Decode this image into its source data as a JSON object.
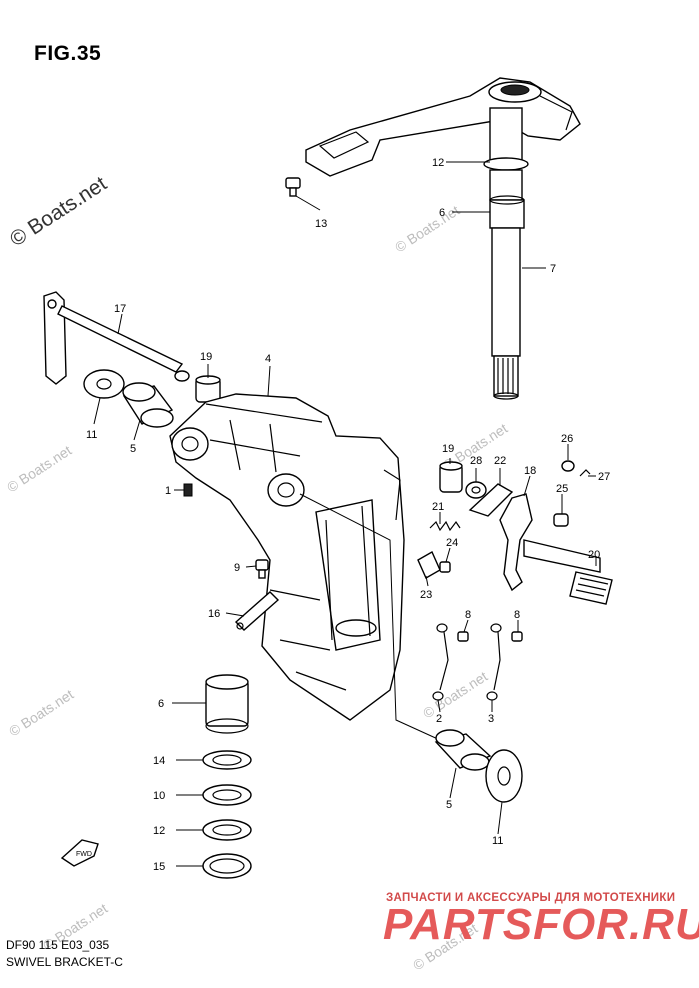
{
  "figure": {
    "title": "FIG.35",
    "code": "DF90 115 E03_035",
    "name": "SWIVEL BRACKET-C"
  },
  "watermarks": {
    "main": "© Boats.net",
    "small": "© Boats.net"
  },
  "shop": {
    "tagline": "ЗАПЧАСТИ И АКСЕССУАРЫ ДЛЯ МОТОТЕХНИКИ",
    "logo": "PARTSFOR.RU"
  },
  "direction_arrow": "FWD",
  "callouts": [
    {
      "id": "c12a",
      "label": "12"
    },
    {
      "id": "c13",
      "label": "13"
    },
    {
      "id": "c6a",
      "label": "6"
    },
    {
      "id": "c7",
      "label": "7"
    },
    {
      "id": "c17",
      "label": "17"
    },
    {
      "id": "c19a",
      "label": "19"
    },
    {
      "id": "c4",
      "label": "4"
    },
    {
      "id": "c11a",
      "label": "11"
    },
    {
      "id": "c5a",
      "label": "5"
    },
    {
      "id": "c1",
      "label": "1"
    },
    {
      "id": "c19b",
      "label": "19"
    },
    {
      "id": "c28",
      "label": "28"
    },
    {
      "id": "c22",
      "label": "22"
    },
    {
      "id": "c18",
      "label": "18"
    },
    {
      "id": "c26",
      "label": "26"
    },
    {
      "id": "c27",
      "label": "27"
    },
    {
      "id": "c25",
      "label": "25"
    },
    {
      "id": "c21",
      "label": "21"
    },
    {
      "id": "c24",
      "label": "24"
    },
    {
      "id": "c23",
      "label": "23"
    },
    {
      "id": "c20",
      "label": "20"
    },
    {
      "id": "c9",
      "label": "9"
    },
    {
      "id": "c16",
      "label": "16"
    },
    {
      "id": "c8a",
      "label": "8"
    },
    {
      "id": "c8b",
      "label": "8"
    },
    {
      "id": "c2",
      "label": "2"
    },
    {
      "id": "c3",
      "label": "3"
    },
    {
      "id": "c6b",
      "label": "6"
    },
    {
      "id": "c14",
      "label": "14"
    },
    {
      "id": "c10",
      "label": "10"
    },
    {
      "id": "c12b",
      "label": "12"
    },
    {
      "id": "c15",
      "label": "15"
    },
    {
      "id": "c5b",
      "label": "5"
    },
    {
      "id": "c11b",
      "label": "11"
    }
  ]
}
